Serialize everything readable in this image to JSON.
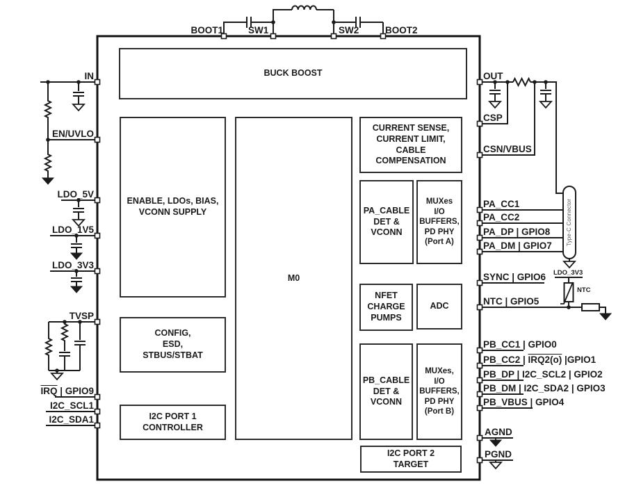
{
  "blocks": {
    "buck_boost": "BUCK BOOST",
    "enable_ldos": "ENABLE, LDOs, BIAS,\nVCONN SUPPLY",
    "config_esd": "CONFIG,\nESD,\nSTBUS/STBAT",
    "i2c_port1": "I2C PORT 1\nCONTROLLER",
    "m0": "M0",
    "current_sense": "CURRENT SENSE,\nCURRENT LIMIT, CABLE\nCOMPENSATION",
    "pa_cable": "PA_CABLE\nDET &\nVCONN",
    "muxes_a": "MUXes\nI/O\nBUFFERS,\nPD PHY\n(Port A)",
    "nfet": "NFET\nCHARGE\nPUMPS",
    "adc": "ADC",
    "pb_cable": "PB_CABLE\nDET &\nVCONN",
    "muxes_b": "MUXes,\nI/O\nBUFFERS,\nPD PHY\n(Port B)",
    "i2c_port2": "I2C PORT 2\nTARGET"
  },
  "pins": {
    "top": {
      "boot1": "BOOT1",
      "sw1": "SW1",
      "sw2": "SW2",
      "boot2": "BOOT2"
    },
    "left": {
      "in": "IN",
      "en_uvlo": "EN/UVLO",
      "ldo_5v": "LDO_5V",
      "ldo_1v5": "LDO_1V5",
      "ldo_3v3": "LDO_3V3",
      "tvsp": "TVSP",
      "irq_gpio9": {
        "ovl": "IRQ",
        "post": " | GPIO9"
      },
      "i2c_scl1": "I2C_SCL1",
      "i2c_sda1": "I2C_SDA1"
    },
    "right": {
      "out": "OUT",
      "csp": "CSP",
      "csn_vbus": "CSN/VBUS",
      "pa_cc1": "PA_CC1",
      "pa_cc2": "PA_CC2",
      "pa_dp": "PA_DP | GPIO8",
      "pa_dm": "PA_DM | GPIO7",
      "sync": "SYNC | GPIO6",
      "ntc": "NTC | GPIO5",
      "pb_cc1": "PB_CC1 | GPIO0",
      "pb_cc2": {
        "pre": "PB_CC2 | ",
        "ovl": "IRQ2(o)",
        "post": " |GPIO1"
      },
      "pb_dp": "PB_DP | I2C_SCL2 | GPIO2",
      "pb_dm": "PB_DM | I2C_SDA2 | GPIO3",
      "pb_vbus": "PB_VBUS | GPIO4",
      "agnd": "AGND",
      "pgnd": "PGND"
    }
  },
  "annotations": {
    "typec_connector": "Type-C Connector",
    "ntc": "NTC",
    "ldo_3v3_net": "LDO_3V3"
  },
  "colors": {
    "wire": "#1a1a1a",
    "block_border": "#2b2b2b",
    "background": "#ffffff"
  }
}
